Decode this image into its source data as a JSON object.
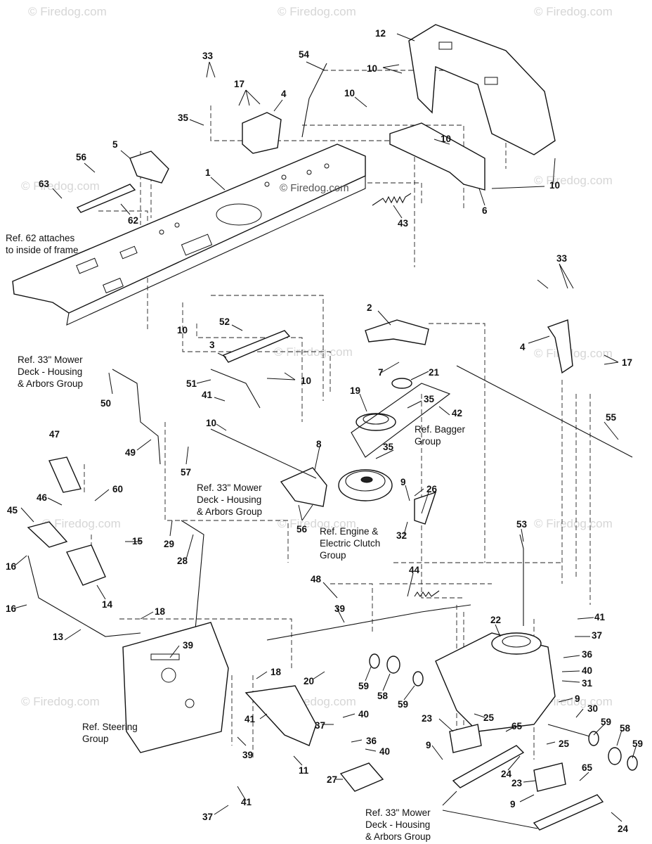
{
  "watermark": {
    "text": "© Firedog.com",
    "center_text": "© Firedog.com"
  },
  "callouts": [
    {
      "n": "12"
    },
    {
      "n": "54"
    },
    {
      "n": "33"
    },
    {
      "n": "10"
    },
    {
      "n": "10"
    },
    {
      "n": "17"
    },
    {
      "n": "4"
    },
    {
      "n": "35"
    },
    {
      "n": "10"
    },
    {
      "n": "10"
    },
    {
      "n": "5"
    },
    {
      "n": "56"
    },
    {
      "n": "1"
    },
    {
      "n": "63"
    },
    {
      "n": "62"
    },
    {
      "n": "43"
    },
    {
      "n": "6"
    },
    {
      "n": "10"
    },
    {
      "n": "33"
    },
    {
      "n": "2"
    },
    {
      "n": "52"
    },
    {
      "n": "4"
    },
    {
      "n": "3"
    },
    {
      "n": "17"
    },
    {
      "n": "7"
    },
    {
      "n": "21"
    },
    {
      "n": "51"
    },
    {
      "n": "10"
    },
    {
      "n": "19"
    },
    {
      "n": "35"
    },
    {
      "n": "41"
    },
    {
      "n": "42"
    },
    {
      "n": "50"
    },
    {
      "n": "55"
    },
    {
      "n": "10"
    },
    {
      "n": "47"
    },
    {
      "n": "49"
    },
    {
      "n": "57"
    },
    {
      "n": "8"
    },
    {
      "n": "35"
    },
    {
      "n": "60"
    },
    {
      "n": "46"
    },
    {
      "n": "9"
    },
    {
      "n": "26"
    },
    {
      "n": "45"
    },
    {
      "n": "56"
    },
    {
      "n": "15"
    },
    {
      "n": "29"
    },
    {
      "n": "32"
    },
    {
      "n": "53"
    },
    {
      "n": "16"
    },
    {
      "n": "28"
    },
    {
      "n": "14"
    },
    {
      "n": "44"
    },
    {
      "n": "48"
    },
    {
      "n": "16"
    },
    {
      "n": "18"
    },
    {
      "n": "39"
    },
    {
      "n": "22"
    },
    {
      "n": "41"
    },
    {
      "n": "13"
    },
    {
      "n": "37"
    },
    {
      "n": "39"
    },
    {
      "n": "36"
    },
    {
      "n": "18"
    },
    {
      "n": "40"
    },
    {
      "n": "20"
    },
    {
      "n": "59"
    },
    {
      "n": "31"
    },
    {
      "n": "58"
    },
    {
      "n": "59"
    },
    {
      "n": "9"
    },
    {
      "n": "37"
    },
    {
      "n": "40"
    },
    {
      "n": "30"
    },
    {
      "n": "41"
    },
    {
      "n": "25"
    },
    {
      "n": "23"
    },
    {
      "n": "65"
    },
    {
      "n": "59"
    },
    {
      "n": "36"
    },
    {
      "n": "58"
    },
    {
      "n": "39"
    },
    {
      "n": "40"
    },
    {
      "n": "25"
    },
    {
      "n": "59"
    },
    {
      "n": "9"
    },
    {
      "n": "11"
    },
    {
      "n": "27"
    },
    {
      "n": "24"
    },
    {
      "n": "23"
    },
    {
      "n": "65"
    },
    {
      "n": "37"
    },
    {
      "n": "41"
    },
    {
      "n": "9"
    },
    {
      "n": "24"
    }
  ],
  "ref_notes": [
    {
      "lines": [
        "Ref. 62 attaches",
        "to inside of frame"
      ]
    },
    {
      "lines": [
        "Ref. 33\" Mower",
        "Deck - Housing",
        "& Arbors Group"
      ]
    },
    {
      "lines": [
        "Ref. 33\" Mower",
        "Deck - Housing",
        "& Arbors Group"
      ]
    },
    {
      "lines": [
        "Ref. Bagger",
        "Group"
      ]
    },
    {
      "lines": [
        "Ref. Engine &",
        "Electric Clutch",
        "Group"
      ]
    },
    {
      "lines": [
        "Ref.  Steering",
        "Group"
      ]
    },
    {
      "lines": [
        "Ref. 33\" Mower",
        "Deck - Housing",
        "& Arbors Group"
      ]
    }
  ]
}
